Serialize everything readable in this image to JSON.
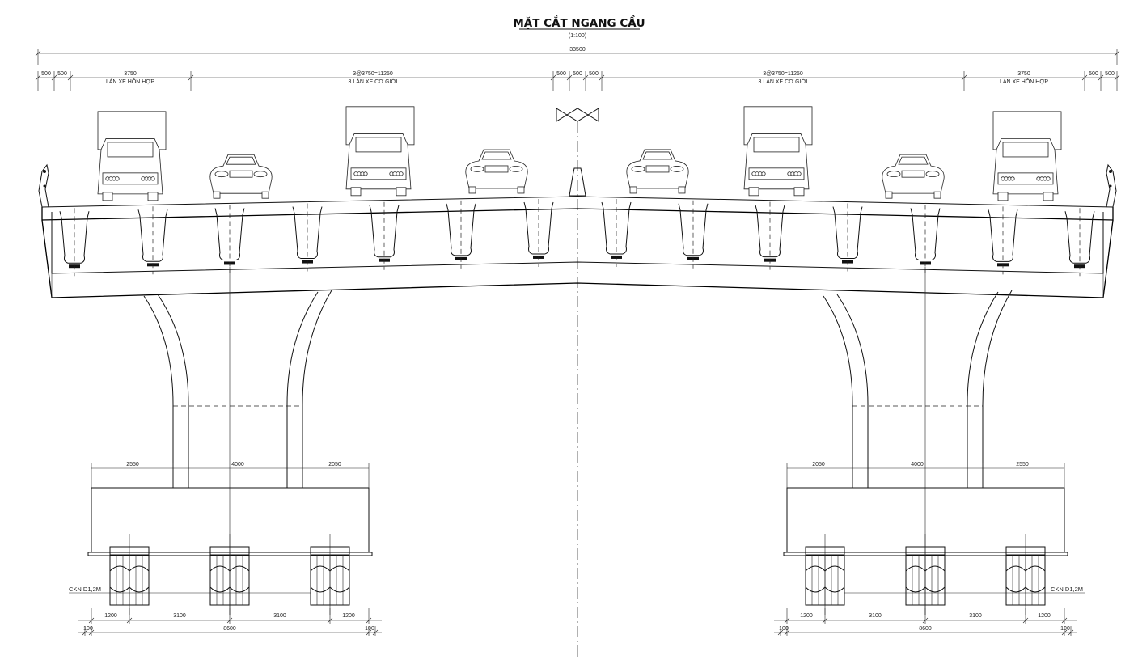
{
  "title": "MẶT CẮT NGANG CẦU",
  "scale": "(1:100)",
  "overall_width": "33500",
  "top_dims": [
    "500",
    "500",
    "3750",
    "3@3750=11250",
    "500",
    "500",
    "500",
    "3@3750=11250",
    "3750",
    "500",
    "500"
  ],
  "lanes": {
    "mixed_left": "LÀN XE HỖN HỢP",
    "motor_left": "3 LÀN XE CƠ GIỚI",
    "motor_right": "3 LÀN XE CƠ GIỚI",
    "mixed_right": "LÀN XE HỖN HỢP"
  },
  "left_pier": {
    "cap_dims": [
      "2550",
      "4000",
      "2050"
    ],
    "pile_label": "CKN D1,2M",
    "pile_spacing": [
      "1200",
      "3100",
      "3100",
      "1200"
    ],
    "footing_width": "8600",
    "edge": [
      "100",
      "100"
    ]
  },
  "right_pier": {
    "cap_dims": [
      "2050",
      "4000",
      "2550"
    ],
    "pile_label": "CKN D1,2M",
    "pile_spacing": [
      "1200",
      "3100",
      "3100",
      "1200"
    ],
    "footing_width": "8600",
    "edge": [
      "100",
      "100"
    ]
  },
  "vehicles": [
    "truck-icon",
    "car-icon",
    "truck-icon",
    "car-icon",
    "car-icon",
    "truck-icon",
    "car-icon",
    "truck-icon"
  ]
}
